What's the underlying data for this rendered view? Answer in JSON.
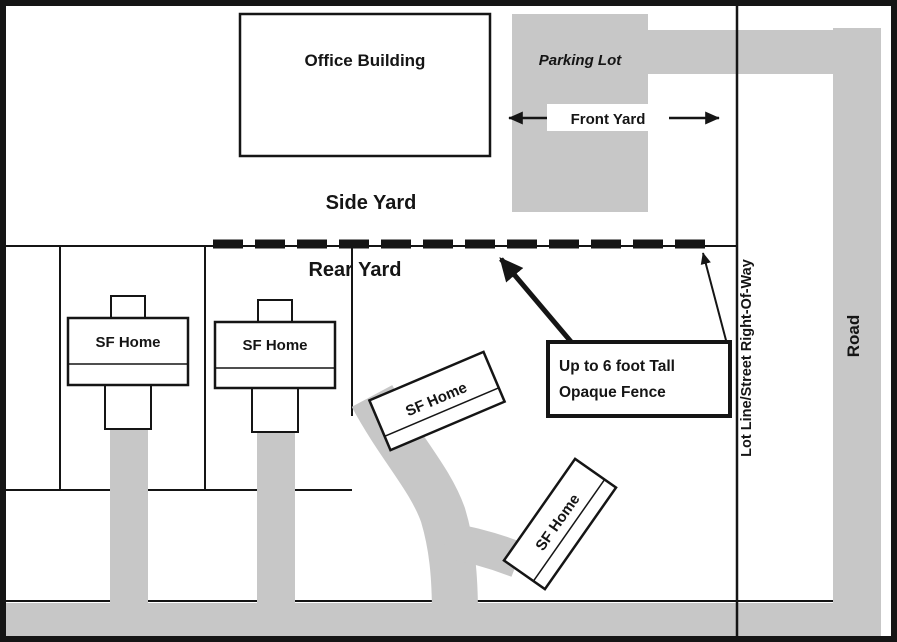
{
  "colors": {
    "pavement": "#c7c7c7",
    "ink": "#151515",
    "paper": "#ffffff"
  },
  "labels": {
    "office_building": "Office Building",
    "parking_lot": "Parking Lot",
    "front_yard": "Front Yard",
    "side_yard": "Side Yard",
    "rear_yard": "Rear Yard",
    "road": "Road",
    "lot_line": "Lot Line/Street Right-Of-Way",
    "sf_home": "SF Home",
    "fence_callout_line1": "Up to 6 foot Tall",
    "fence_callout_line2": "Opaque Fence"
  }
}
